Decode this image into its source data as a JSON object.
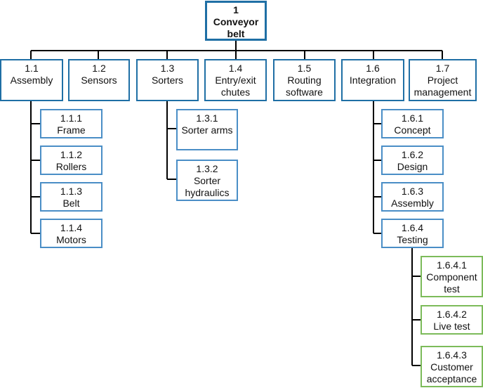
{
  "diagram": {
    "root": {
      "code": "1",
      "lines": [
        "Conveyor",
        "belt"
      ]
    },
    "level2": [
      {
        "id": "1.1",
        "code": "1.1",
        "lines": [
          "Assembly"
        ]
      },
      {
        "id": "1.2",
        "code": "1.2",
        "lines": [
          "Sensors"
        ]
      },
      {
        "id": "1.3",
        "code": "1.3",
        "lines": [
          "Sorters"
        ]
      },
      {
        "id": "1.4",
        "code": "1.4",
        "lines": [
          "Entry/exit",
          "chutes"
        ]
      },
      {
        "id": "1.5",
        "code": "1.5",
        "lines": [
          "Routing",
          "software"
        ]
      },
      {
        "id": "1.6",
        "code": "1.6",
        "lines": [
          "Integration"
        ]
      },
      {
        "id": "1.7",
        "code": "1.7",
        "lines": [
          "Project",
          "management"
        ]
      }
    ],
    "level3": [
      {
        "id": "1.1.1",
        "code": "1.1.1",
        "lines": [
          "Frame"
        ]
      },
      {
        "id": "1.1.2",
        "code": "1.1.2",
        "lines": [
          "Rollers"
        ]
      },
      {
        "id": "1.1.3",
        "code": "1.1.3",
        "lines": [
          "Belt"
        ]
      },
      {
        "id": "1.1.4",
        "code": "1.1.4",
        "lines": [
          "Motors"
        ]
      },
      {
        "id": "1.3.1",
        "code": "1.3.1",
        "lines": [
          "Sorter arms"
        ]
      },
      {
        "id": "1.3.2",
        "code": "1.3.2",
        "lines": [
          "Sorter",
          "hydraulics"
        ]
      },
      {
        "id": "1.6.1",
        "code": "1.6.1",
        "lines": [
          "Concept"
        ]
      },
      {
        "id": "1.6.2",
        "code": "1.6.2",
        "lines": [
          "Design"
        ]
      },
      {
        "id": "1.6.3",
        "code": "1.6.3",
        "lines": [
          "Assembly"
        ]
      },
      {
        "id": "1.6.4",
        "code": "1.6.4",
        "lines": [
          "Testing"
        ]
      }
    ],
    "level4": [
      {
        "id": "1.6.4.1",
        "code": "1.6.4.1",
        "lines": [
          "Component",
          "test"
        ]
      },
      {
        "id": "1.6.4.2",
        "code": "1.6.4.2",
        "lines": [
          "Live test"
        ]
      },
      {
        "id": "1.6.4.3",
        "code": "1.6.4.3",
        "lines": [
          "Customer",
          "acceptance"
        ]
      }
    ],
    "colors": {
      "root_border": "#1f6fa5",
      "level2_border": "#1f6fa5",
      "level3_border": "#4a8ec6",
      "level4_border": "#7cbb5a",
      "connector": "#000000"
    }
  }
}
